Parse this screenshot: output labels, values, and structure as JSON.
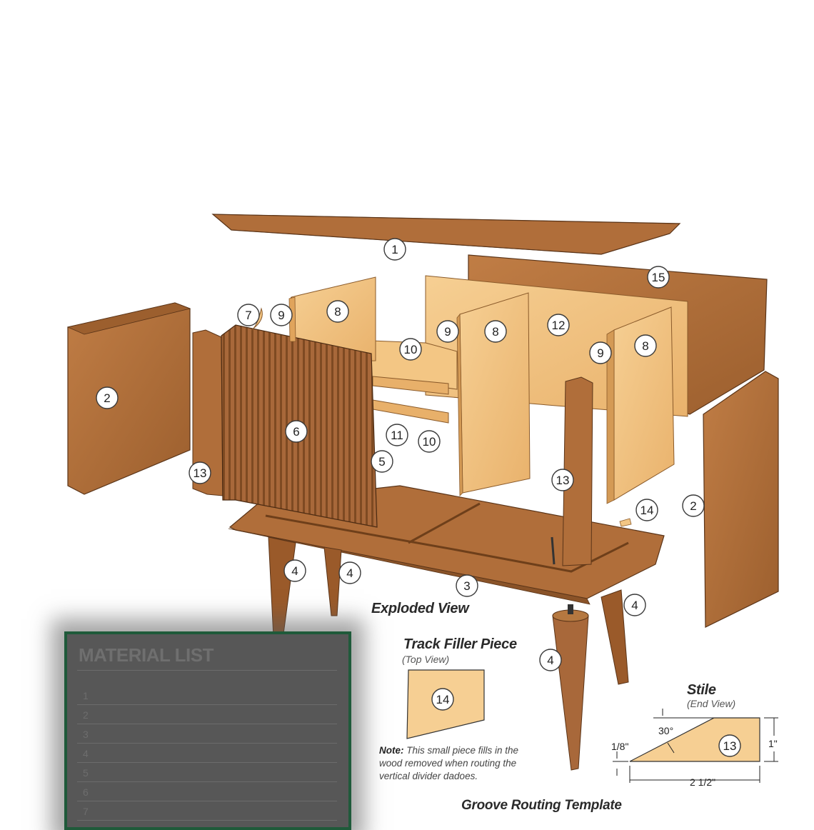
{
  "parts": {
    "p1": "1",
    "p2": "2",
    "p3": "3",
    "p4": "4",
    "p5": "5",
    "p6": "6",
    "p7": "7",
    "p8": "8",
    "p9": "9",
    "p10": "10",
    "p11": "11",
    "p12": "12",
    "p13": "13",
    "p14": "14",
    "p15": "15"
  },
  "captions": {
    "exploded_view": "Exploded View",
    "track_filler_title": "Track Filler Piece",
    "track_filler_sub": "(Top View)",
    "note_label": "Note:",
    "note_text": " This small piece fills in the wood removed when routing the vertical divider dadoes.",
    "stile_title": "Stile",
    "stile_sub": "(End View)",
    "groove_template": "Groove Routing Template"
  },
  "dimensions": {
    "angle": "30°",
    "height_small": "1/8\"",
    "height": "1\"",
    "width": "2 1/2\""
  },
  "material_list": {
    "title": "MATERIAL LIST",
    "rows": [
      "1",
      "2",
      "3",
      "4",
      "5",
      "6",
      "7"
    ]
  },
  "colors": {
    "walnut": "#b5733e",
    "walnut_dark": "#8a5328",
    "birch": "#f1c07e",
    "birch_light": "#f6cf93",
    "material_border": "#1f5a3a"
  }
}
